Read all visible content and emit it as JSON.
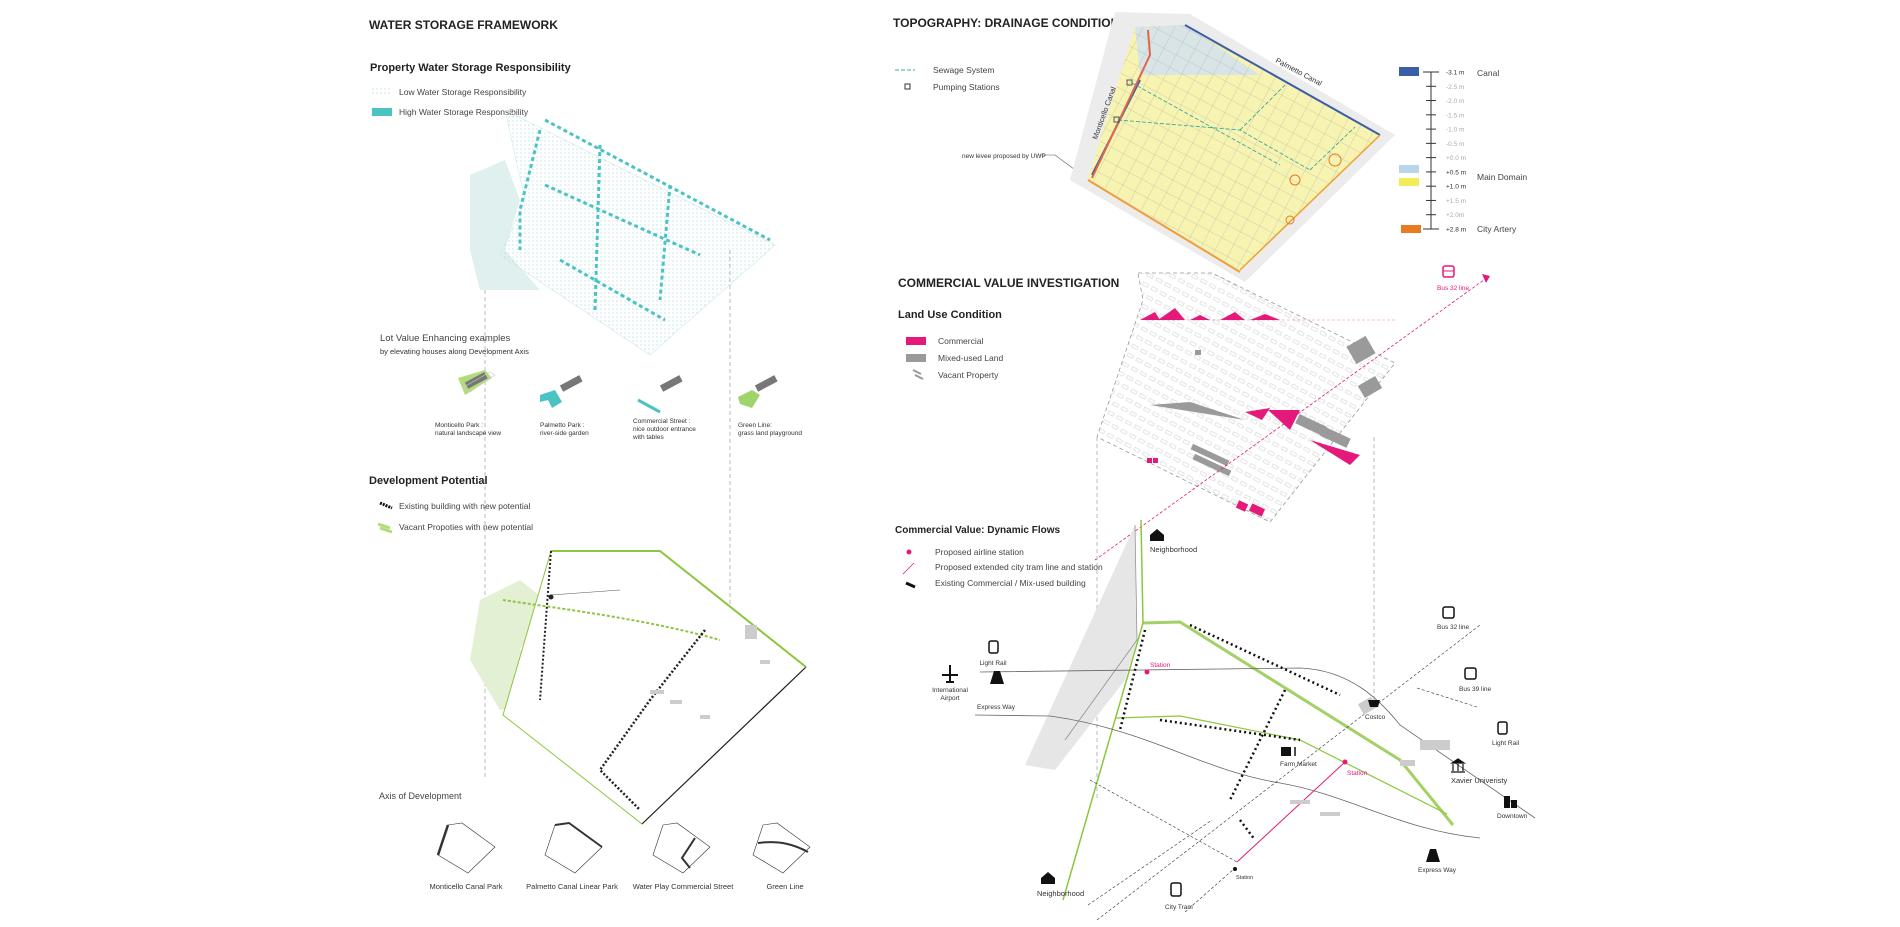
{
  "water": {
    "title": "WATER STORAGE FRAMEWORK",
    "subtitle": "Property Water Storage Responsibility",
    "legend": [
      {
        "label": "Low Water Storage Responsibility",
        "color": "#e4f3f3"
      },
      {
        "label": "High Water Storage Responsibility",
        "color": "#4cc3c3"
      }
    ],
    "lot_title": "Lot Value Enhancing examples",
    "lot_subtitle": "by elevating houses along Development Axis",
    "examples": [
      {
        "line1": "Monticello Park :",
        "line2": "natural landscape view",
        "line3": ""
      },
      {
        "line1": "Palmetto Park :",
        "line2": "river-side garden",
        "line3": ""
      },
      {
        "line1": "Commercial Street :",
        "line2": "nice outdoor entrance",
        "line3": "with tables"
      },
      {
        "line1": "Green Line:",
        "line2": "grass land playground",
        "line3": ""
      }
    ]
  },
  "development": {
    "title": "Development Potential",
    "legend": [
      {
        "label": "Existing building with new potential"
      },
      {
        "label": "Vacant Propoties with new potential"
      }
    ],
    "axis_title": "Axis of Development",
    "axes": [
      "Monticello Canal Park",
      "Palmetto Canal Linear Park",
      "Water Play Commercial Street",
      "Green Line"
    ]
  },
  "topography": {
    "title": "TOPOGRAPHY: DRAINAGE CONDITION",
    "legend": [
      {
        "label": "Sewage System"
      },
      {
        "label": "Pumping Stations"
      }
    ],
    "levee_label": "new levee proposed by UWP",
    "canal_labels": [
      "Monticello Canal",
      "Palmetto Canal"
    ],
    "scale": [
      "-3.1 m",
      "-2.5 m",
      "-2.0 m",
      "-1.5 m",
      "-1.0 m",
      "-0.5 m",
      "+0.0 m",
      "+0.5 m",
      "+1.0 m",
      "+1.5 m",
      "+2.0m",
      "+2.8 m"
    ],
    "scale_legend": [
      {
        "label": "Canal",
        "color": "#3a5fa8"
      },
      {
        "label": "Main Domain",
        "color": "#b9d5ec",
        "color2": "#f2ec5a"
      },
      {
        "label": "City Artery",
        "color": "#e87a22"
      }
    ]
  },
  "commercial": {
    "title": "COMMERCIAL VALUE INVESTIGATION",
    "land_use_title": "Land Use Condition",
    "land_use_legend": [
      {
        "label": "Commercial",
        "color": "#e5197a"
      },
      {
        "label": "Mixed-used Land",
        "color": "#9a9a9a"
      },
      {
        "label": "Vacant Property"
      }
    ],
    "bus_label_top": "Bus 32 line",
    "flows_title": "Commercial Value: Dynamic Flows",
    "flows_legend": [
      {
        "label": "Proposed airline station"
      },
      {
        "label": "Proposed extended city tram line and station"
      },
      {
        "label": "Existing Commercial / Mix-used building"
      }
    ],
    "places": {
      "neighborhood_top": "Neighborhood",
      "light_rail_left": "Light Rail",
      "airport_1": "International",
      "airport_2": "Airport",
      "express_left": "Express Way",
      "station_1": "Station",
      "costco": "Costco",
      "farm_market": "Farm Market",
      "station_2": "Station",
      "xavier": "Xavier Univeristy",
      "bus32": "Bus 32 line",
      "bus39": "Bus 39 line",
      "light_rail_right": "Light Rail",
      "downtown": "Downtown",
      "express_right": "Express Way",
      "neighborhood_bottom": "Neighborhood",
      "city_tram": "City Tram",
      "station_3": "Station"
    }
  },
  "colors": {
    "teal": "#4cc3c3",
    "green": "#8cc63f",
    "pink": "#e5197a",
    "grey": "#9a9a9a"
  }
}
